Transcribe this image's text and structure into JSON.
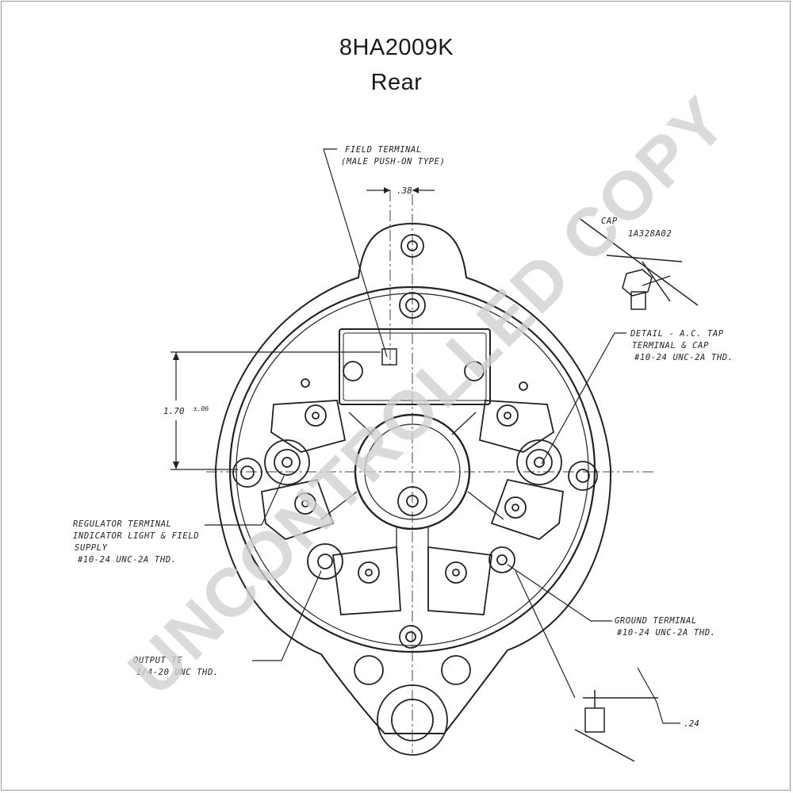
{
  "title": {
    "model": "8HA2009K",
    "view": "Rear"
  },
  "callouts": {
    "field_terminal": [
      "FIELD TERMINAL",
      "(MALE PUSH-ON TYPE)"
    ],
    "cap": [
      "CAP",
      "1A328A02"
    ],
    "ac_tap_detail": [
      "DETAIL - A.C. TAP",
      "TERMINAL & CAP",
      "#10-24 UNC-2A THD."
    ],
    "regulator_terminal": [
      "REGULATOR TERMINAL",
      "INDICATOR LIGHT & FIELD",
      "SUPPLY",
      "#10-24 UNC-2A THD."
    ],
    "ground_terminal": [
      "GROUND TERMINAL",
      "#10-24 UNC-2A THD."
    ],
    "output_terminal": [
      "OUTPUT TE",
      "1/4-20 UNC THD."
    ]
  },
  "dimensions": {
    "top_width": ".38",
    "height": "1.70",
    "height_tol": "±.06",
    "stud": ".24"
  },
  "watermark": "UNCONTROLLED COPY",
  "colors": {
    "line": "#222222",
    "watermark": "#cfcfcf"
  }
}
